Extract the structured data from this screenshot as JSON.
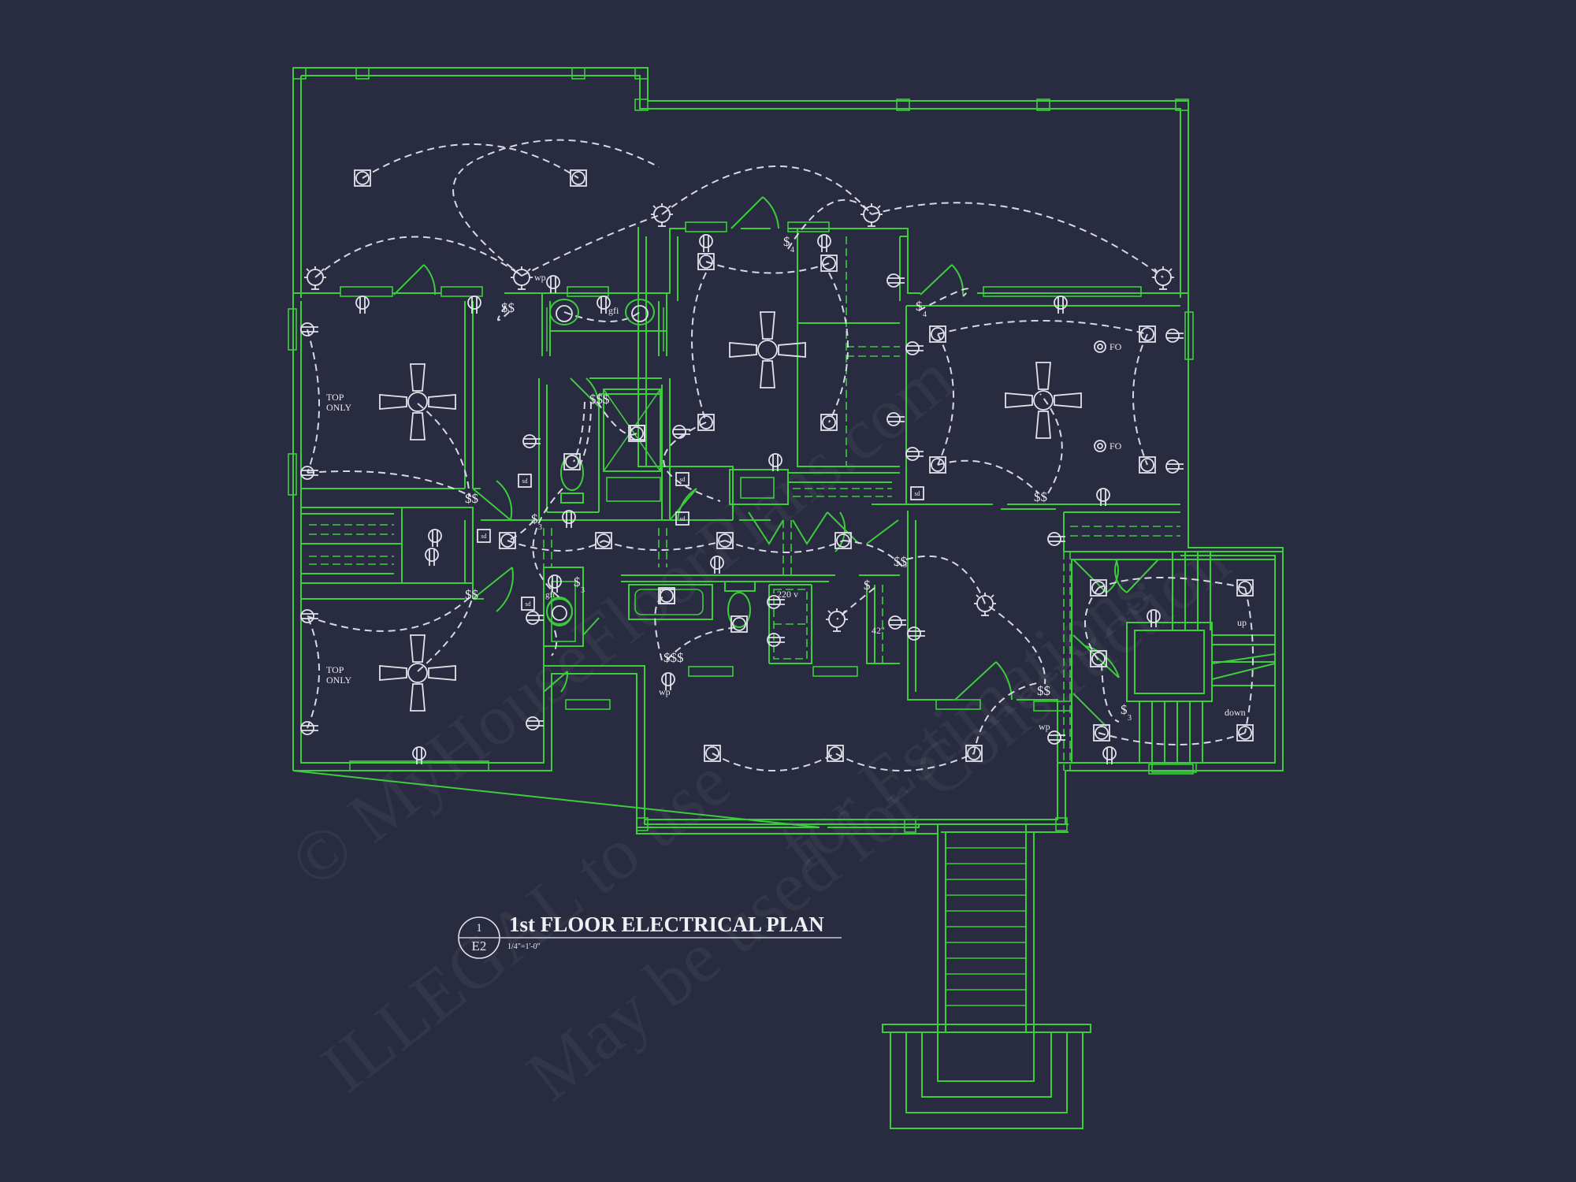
{
  "drawing": {
    "title": "1st FLOOR ELECTRICAL PLAN",
    "scale": "1/4\"=1'-0\"",
    "callout": {
      "number": "1",
      "sheet": "E2"
    }
  },
  "colors": {
    "background": "#292b40",
    "walls": "#3ccc3c",
    "symbols": "#e2e2ea",
    "wiring": "#d8d8e4"
  },
  "annotations": {
    "top_only_1": [
      "TOP",
      "ONLY"
    ],
    "top_only_2": [
      "TOP",
      "ONLY"
    ],
    "fo": "FO",
    "wp": "wp",
    "gfi": "gfi",
    "sd": "sd",
    "v220": "220 v",
    "h42": "42\"",
    "up": "up",
    "down": "down"
  },
  "switch_labels": {
    "double": "$$",
    "triple": "$$$",
    "single": "$",
    "three_way_sub": "3",
    "four_way_sub": "4"
  },
  "watermarks": [
    "© MyHouseFloorPlans.com",
    "ILLEGAL to use",
    "May be used for Construction / Estimations"
  ],
  "legend_symbols": [
    "recessed-light",
    "wall-sconce",
    "ceiling-fan",
    "duplex-outlet",
    "gfi-outlet",
    "weatherproof-outlet",
    "smoke-detector",
    "floor-outlet",
    "switch",
    "exhaust-fan"
  ]
}
